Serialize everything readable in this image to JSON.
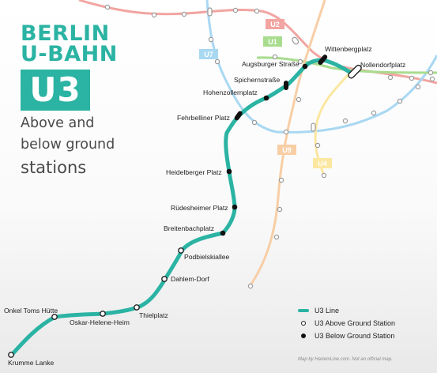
{
  "title": {
    "line1": "BERLIN",
    "line2": "U-BAHN",
    "badge": "U3",
    "sub1": "Above and",
    "sub2": "below ground",
    "sub3": "stations"
  },
  "colors": {
    "u3": "#2bb3a3",
    "u2": "#f2a5a1",
    "u7": "#a9d8f2",
    "u1": "#a8dc8e",
    "u9": "#f8cea5",
    "u4": "#fbe7a0"
  },
  "other_lines": {
    "u2": "U2",
    "u1": "U1",
    "u7": "U7",
    "u9": "U9",
    "u4": "U4"
  },
  "stations": [
    {
      "name": "Krumme Lanke",
      "type": "above"
    },
    {
      "name": "Onkel Toms Hütte",
      "type": "above"
    },
    {
      "name": "Oskar-Helene-Heim",
      "type": "above"
    },
    {
      "name": "Thielplatz",
      "type": "above"
    },
    {
      "name": "Dahlem-Dorf",
      "type": "above"
    },
    {
      "name": "Podbielskiallee",
      "type": "above"
    },
    {
      "name": "Breitenbachplatz",
      "type": "below"
    },
    {
      "name": "Rüdesheimer Platz",
      "type": "below"
    },
    {
      "name": "Heidelberger Platz",
      "type": "below"
    },
    {
      "name": "Fehrbelliner Platz",
      "type": "below"
    },
    {
      "name": "Hohenzollernplatz",
      "type": "below"
    },
    {
      "name": "Spichernstraße",
      "type": "below"
    },
    {
      "name": "Augsburger Straße",
      "type": "below"
    },
    {
      "name": "Wittenbergplatz",
      "type": "below"
    },
    {
      "name": "Nollendorfplatz",
      "type": "above"
    }
  ],
  "legend": {
    "line": "U3 Line",
    "above": "U3 Above Ground Station",
    "below": "U3 Below Ground Station"
  },
  "credit": "Map by HarlemLine.com. Not an official map."
}
